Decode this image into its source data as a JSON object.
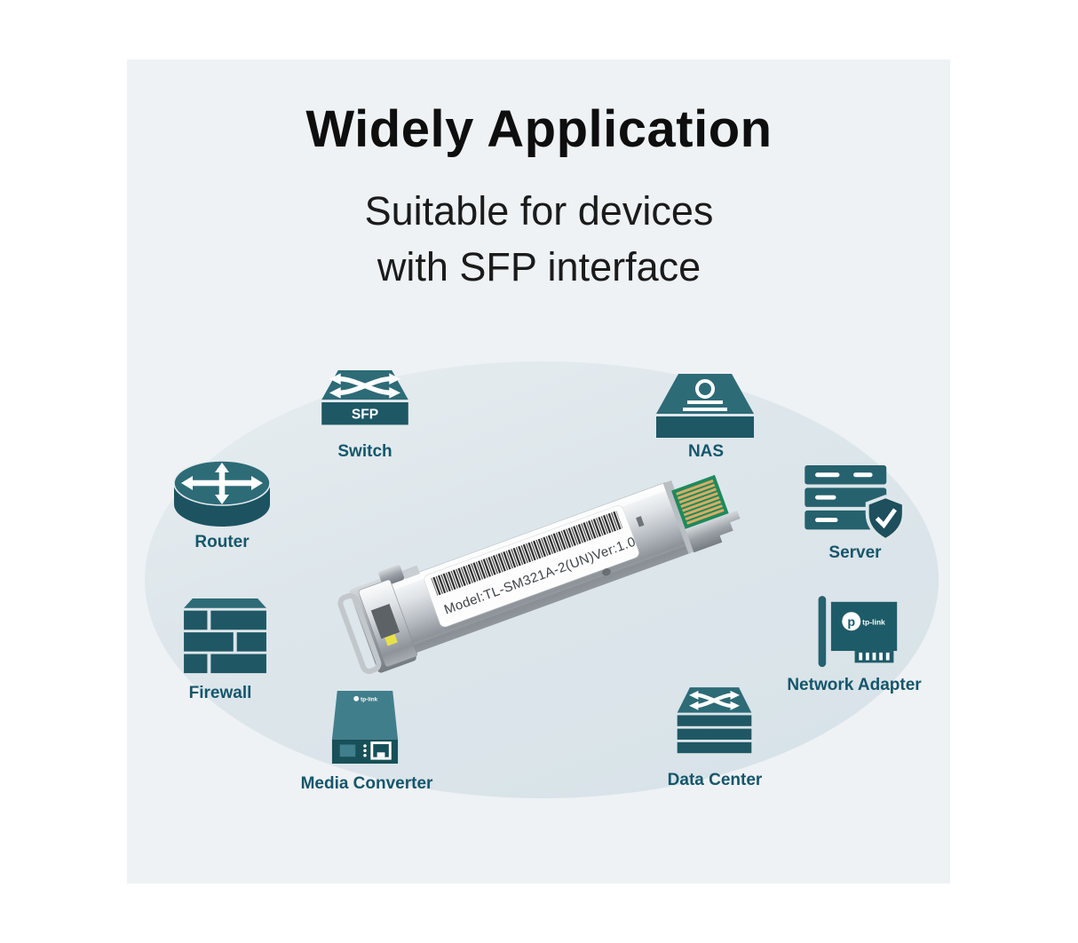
{
  "header": {
    "title": "Widely Application",
    "subtitle_line1": "Suitable for devices",
    "subtitle_line2": "with SFP interface"
  },
  "devices": {
    "switch": {
      "label": "Switch",
      "badge": "SFP"
    },
    "nas": {
      "label": "NAS"
    },
    "router": {
      "label": "Router"
    },
    "server": {
      "label": "Server"
    },
    "firewall": {
      "label": "Firewall"
    },
    "network_adapter": {
      "label": "Network Adapter",
      "brand": "tp-link"
    },
    "media_converter": {
      "label": "Media Converter",
      "brand": "tp-link"
    },
    "data_center": {
      "label": "Data Center"
    }
  },
  "module": {
    "label": "Model:TL-SM321A-2(UN)",
    "version": "Ver:1.0"
  },
  "colors": {
    "panel_bg": "#eef2f5",
    "ellipse_bg": "#dce5ea",
    "icon_teal": "#2d6b77",
    "icon_teal_dark": "#1e5864",
    "label_teal": "#16566b",
    "pcb_green": "#1e8a5c",
    "gold": "#d9ac63"
  }
}
